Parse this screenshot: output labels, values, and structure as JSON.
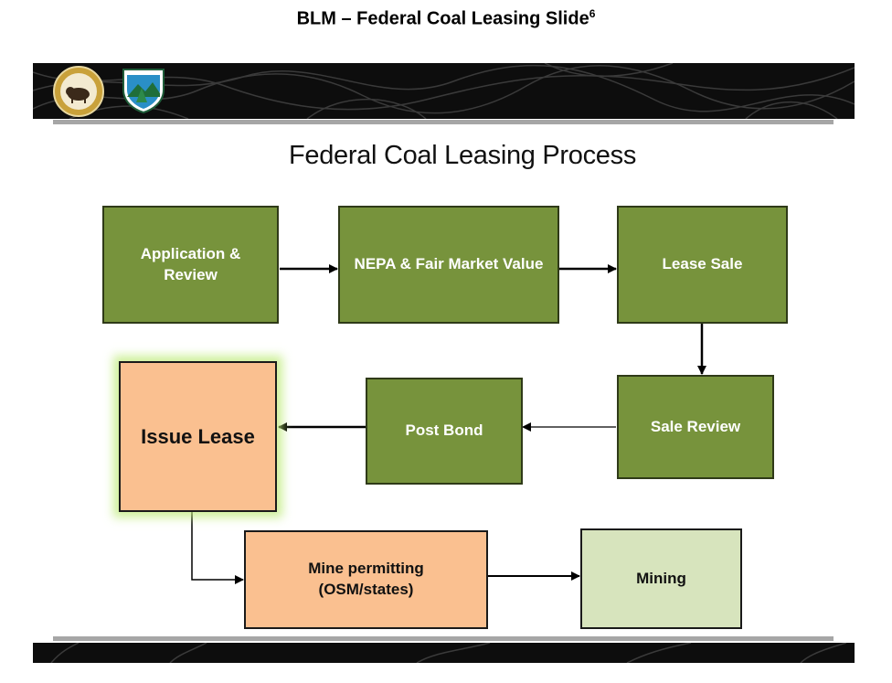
{
  "header": {
    "title": "BLM – Federal Coal Leasing Slide",
    "footnote": "6"
  },
  "diagram": {
    "title": "Federal Coal Leasing Process",
    "nodes": {
      "application_review": "Application & Review",
      "nepa_fmv": "NEPA & Fair Market Value",
      "lease_sale": "Lease Sale",
      "sale_review": "Sale Review",
      "post_bond": "Post Bond",
      "issue_lease": "Issue Lease",
      "mine_permitting_line1": "Mine permitting",
      "mine_permitting_line2": "(OSM/states)",
      "mining": "Mining"
    }
  },
  "colors": {
    "green": "#77933c",
    "peach": "#fac090",
    "light_green": "#d7e4bd",
    "banner": "#0d0d0d",
    "rule": "#a6a6a6"
  },
  "icons": [
    "doi-seal-icon",
    "blm-shield-icon"
  ]
}
